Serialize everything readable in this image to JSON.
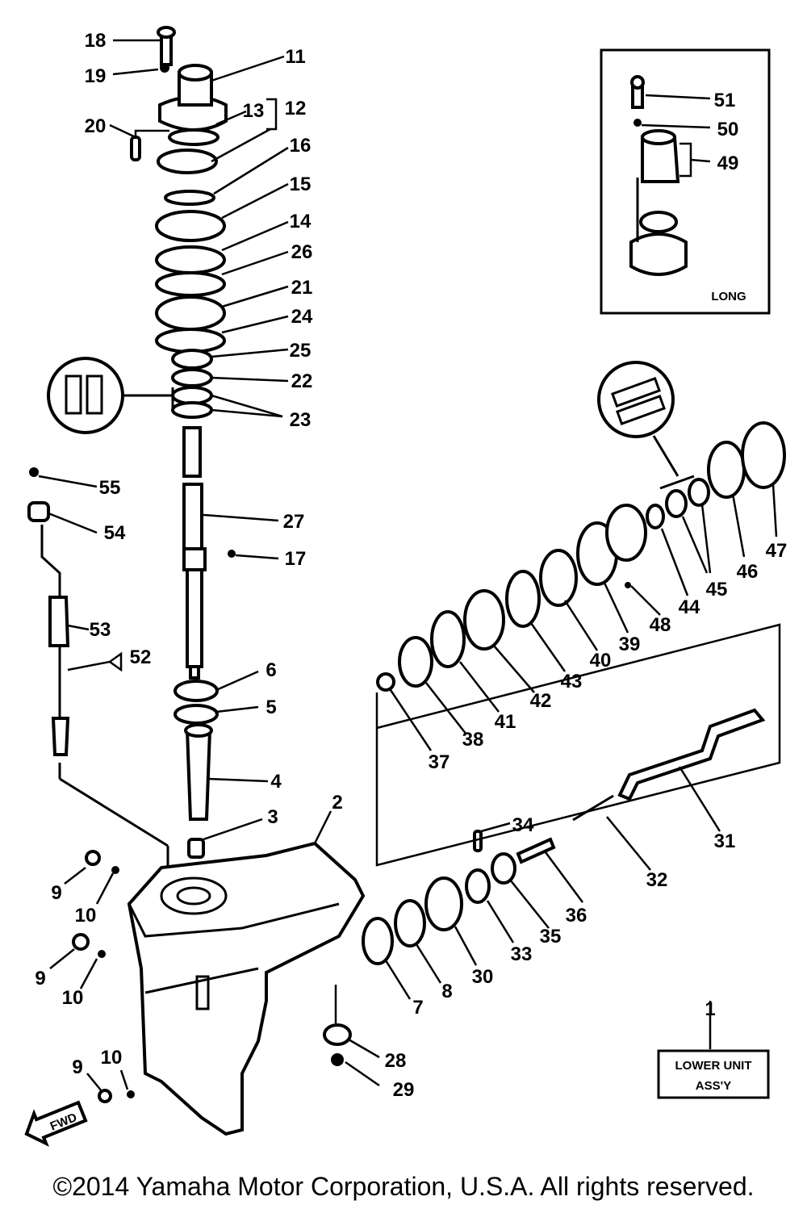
{
  "callouts": [
    "1",
    "2",
    "3",
    "4",
    "5",
    "6",
    "7",
    "8",
    "9",
    "9",
    "9",
    "10",
    "10",
    "10",
    "11",
    "12",
    "13",
    "14",
    "15",
    "16",
    "17",
    "18",
    "19",
    "20",
    "21",
    "22",
    "23",
    "24",
    "25",
    "26",
    "27",
    "28",
    "29",
    "30",
    "31",
    "32",
    "33",
    "34",
    "35",
    "36",
    "37",
    "38",
    "39",
    "40",
    "41",
    "42",
    "43",
    "44",
    "45",
    "46",
    "47",
    "48",
    "49",
    "50",
    "51",
    "52",
    "53",
    "54",
    "55"
  ],
  "inset_label": "LONG",
  "assembly_box": {
    "line1": "LOWER UNIT",
    "line2": "ASS'Y"
  },
  "fwd_label": "FWD",
  "copyright": "©2014 Yamaha Motor Corporation, U.S.A. All rights reserved."
}
